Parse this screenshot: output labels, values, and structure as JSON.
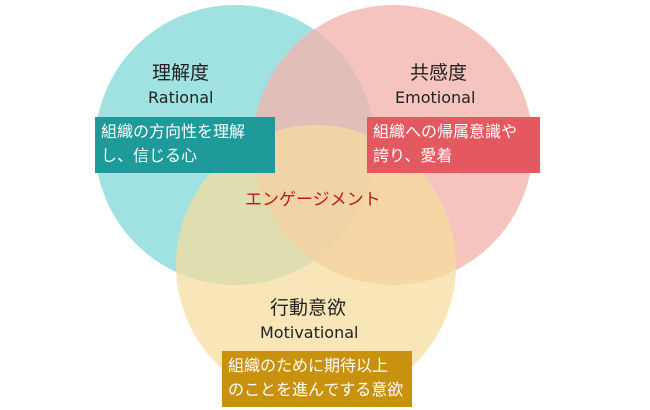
{
  "colors": {
    "rational": "#8fdcdc",
    "emotional": "#f4b4ad",
    "motivational": "#f7dd9c",
    "rational_box": "#1e9a9a",
    "emotional_box": "#e4585f",
    "motivational_box": "#c9920e",
    "center_text": "#c0181b"
  },
  "circles": {
    "rational": {
      "title": "理解度",
      "subtitle": "Rational",
      "description": [
        "組織の方向性を理解",
        "し、信じる心"
      ]
    },
    "emotional": {
      "title": "共感度",
      "subtitle": "Emotional",
      "description": [
        "組織への帰属意識や",
        "誇り、愛着"
      ]
    },
    "motivational": {
      "title": "行動意欲",
      "subtitle": "Motivational",
      "description": [
        "組織のために期待以上",
        "のことを進んでする意欲"
      ]
    }
  },
  "center": {
    "label": "エンゲージメント"
  }
}
